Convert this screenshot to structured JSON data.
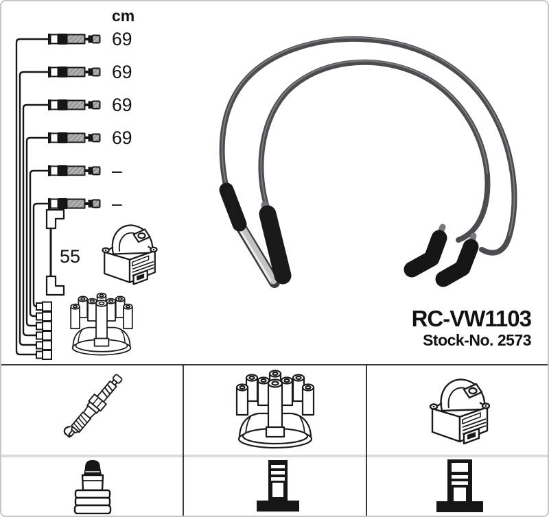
{
  "product": {
    "part_number": "RC-VW1103",
    "stock_line": "Stock-No. 2573"
  },
  "length_table": {
    "unit_header": "cm",
    "cable_lengths": [
      "69",
      "69",
      "69",
      "69",
      "–",
      "–"
    ],
    "coil_wire_length": "55"
  },
  "diagram": {
    "icons": [
      "ignition-coil-icon",
      "distributor-cap-icon",
      "plug-wire-row-icon",
      "coil-wire-icon"
    ],
    "photo": "ignition-cable-set-photo"
  },
  "legend": {
    "cells": [
      {
        "icon": "spark-plug-icon"
      },
      {
        "icon": "distributor-cap-icon"
      },
      {
        "icon": "ignition-coil-icon"
      },
      {
        "icon": "spark-plug-terminal-icon"
      },
      {
        "icon": "distributor-connector-icon"
      },
      {
        "icon": "coil-connector-icon"
      }
    ]
  },
  "colors": {
    "line_art": "#1a1a1a",
    "cable_gray": "#4b4c4f",
    "connector_black": "#161616",
    "table_line_dark": "#3a3a3a",
    "row_divider_gray": "#dcdcdc",
    "frame_gray": "#c6c6c6"
  }
}
